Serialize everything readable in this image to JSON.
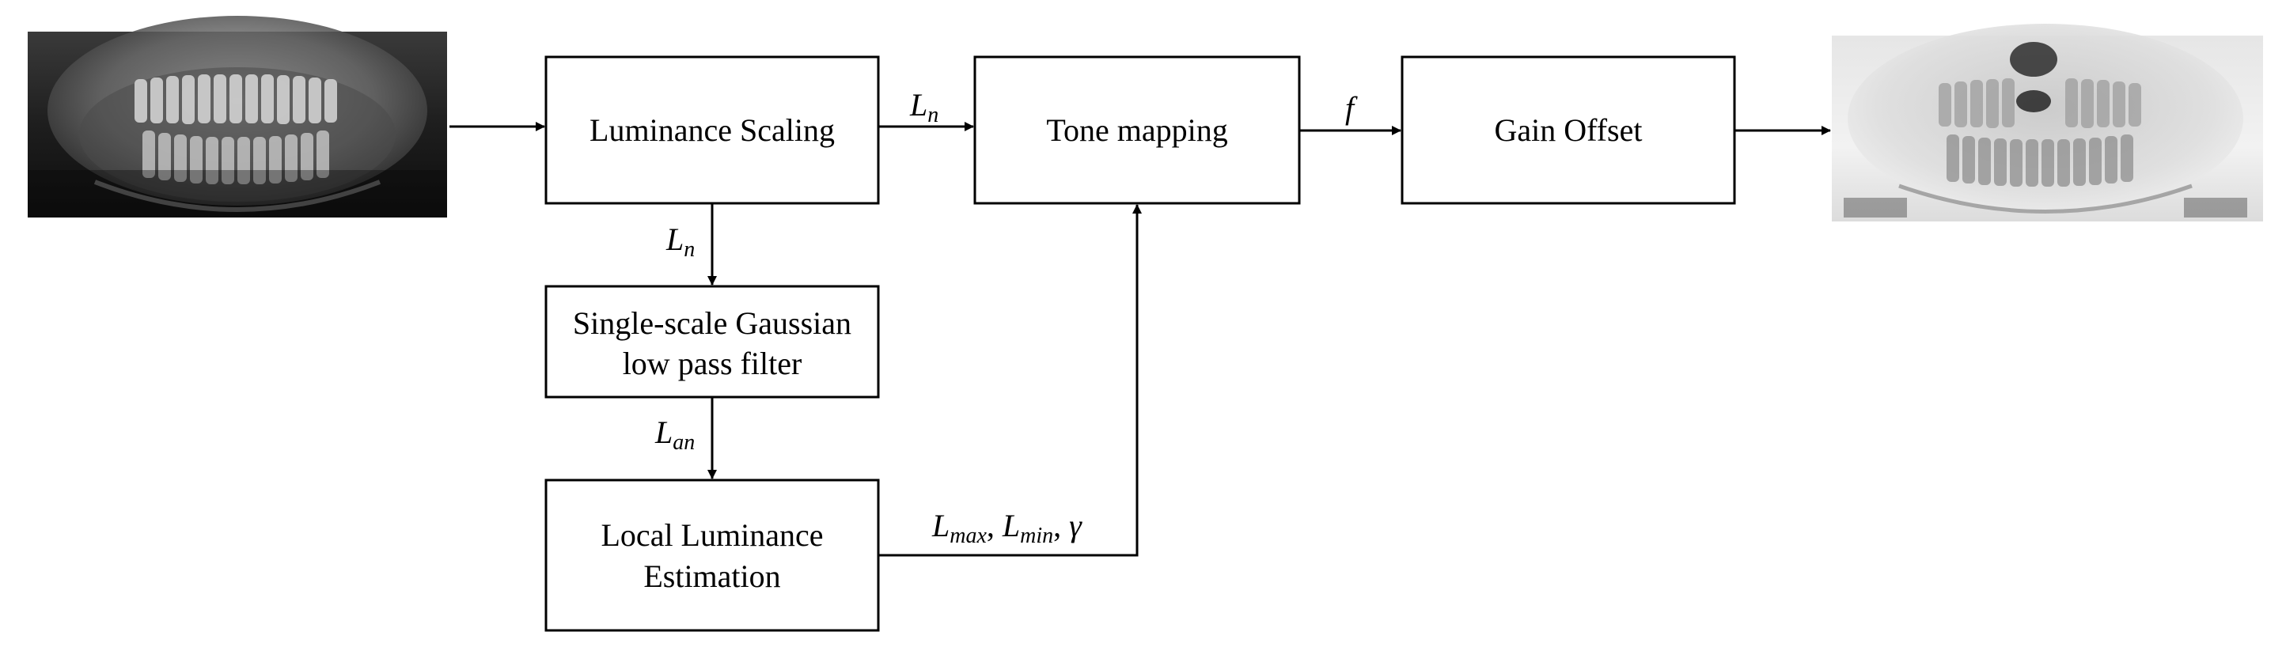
{
  "nodes": {
    "luminance_scaling": {
      "label": "Luminance Scaling"
    },
    "tone_mapping": {
      "label": "Tone mapping"
    },
    "gain_offset": {
      "label": "Gain Offset"
    },
    "gaussian_filter": {
      "line1": "Single-scale Gaussian",
      "line2": "low pass filter"
    },
    "local_luminance": {
      "line1": "Local Luminance",
      "line2": "Estimation"
    }
  },
  "edges": {
    "ln_to_tone": {
      "base": "L",
      "sub": "n"
    },
    "ln_to_gaussian": {
      "base": "L",
      "sub": "n"
    },
    "lan_to_local": {
      "base": "L",
      "sub": "an"
    },
    "f_to_gain": {
      "text": "f"
    },
    "params_to_tone": {
      "lmax_base": "L",
      "lmax_sub": "max",
      "lmin_base": "L",
      "lmin_sub": "min",
      "sep": ", ",
      "gamma": "γ"
    }
  },
  "images": {
    "input": {
      "icon": "dental-xray-input"
    },
    "output": {
      "icon": "dental-xray-enhanced"
    }
  }
}
